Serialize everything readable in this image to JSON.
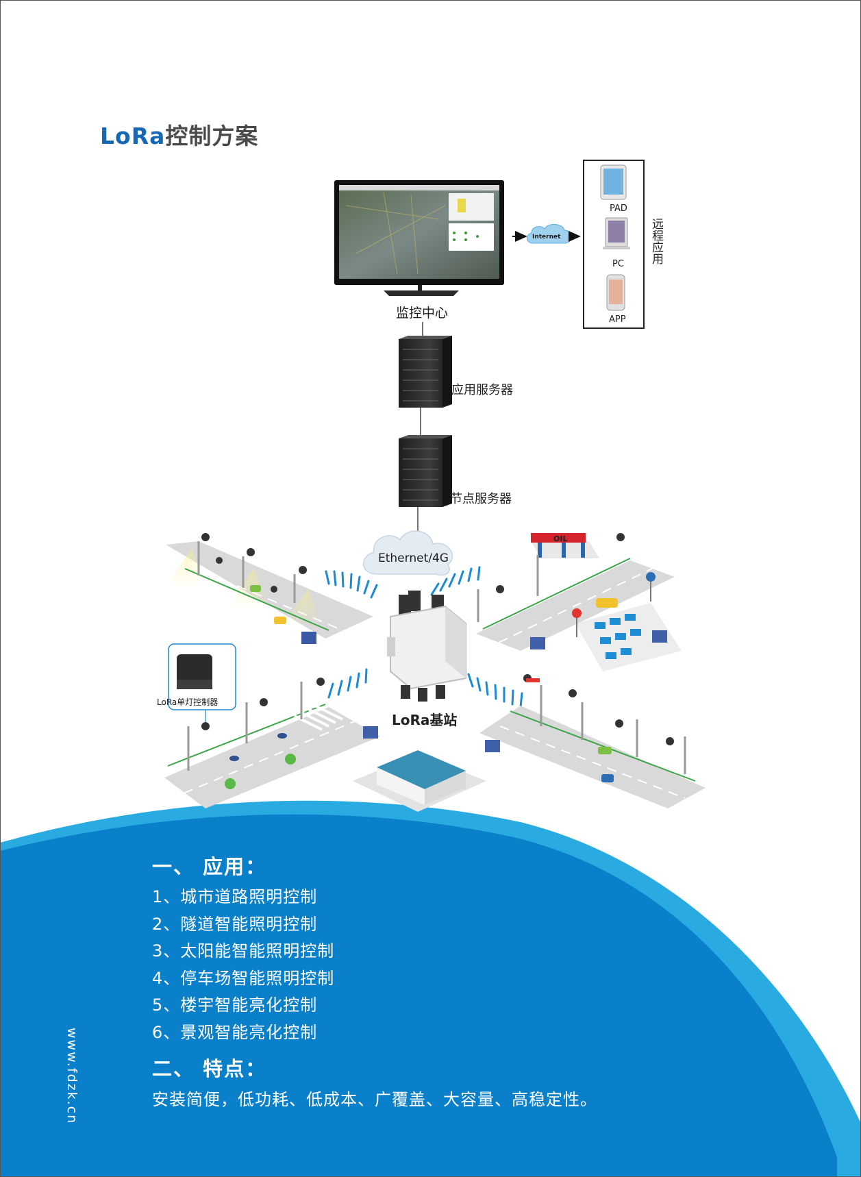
{
  "header": {
    "brand": "LoRa",
    "title_rest": "控制方案"
  },
  "diagram": {
    "monitor_caption": "监控中心",
    "internet": "Internet",
    "remote_label": "远程应用",
    "devices": [
      {
        "label": "PAD"
      },
      {
        "label": "PC"
      },
      {
        "label": "APP"
      }
    ],
    "app_server": "应用服务器",
    "node_server": "节点服务器",
    "network": "Ethernet/4G",
    "gateway": "LoRa基站",
    "single_controller": "LoRa单灯控制器",
    "oil_sign": "OIL"
  },
  "applications": {
    "heading": "一、 应用：",
    "items": [
      "1、城市道路照明控制",
      "2、隧道智能照明控制",
      "3、太阳能智能照明控制",
      "4、停车场智能照明控制",
      "5、楼宇智能亮化控制",
      "6、景观智能亮化控制"
    ]
  },
  "features": {
    "heading": "二、 特点：",
    "text": "安装简便，低功耗、低成本、广覆盖、大容量、高稳定性。"
  },
  "footer": {
    "website": "www.fdzk.cn"
  },
  "colors": {
    "brand_blue": "#1668b4",
    "wave_blue": "#0a80cb",
    "wave_light": "#29abe2"
  }
}
